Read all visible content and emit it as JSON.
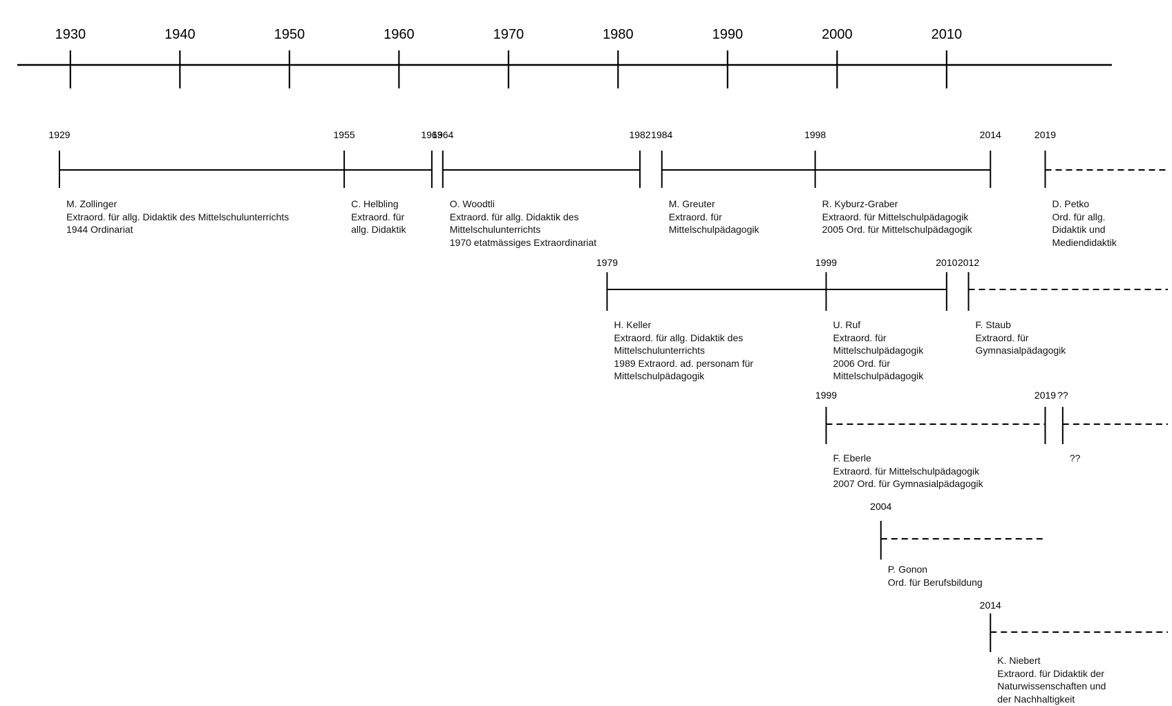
{
  "axis": {
    "years": [
      {
        "label": "1930",
        "year": 1930
      },
      {
        "label": "1940",
        "year": 1940
      },
      {
        "label": "1950",
        "year": 1950
      },
      {
        "label": "1960",
        "year": 1960
      },
      {
        "label": "1970",
        "year": 1970
      },
      {
        "label": "1980",
        "year": 1980
      },
      {
        "label": "1990",
        "year": 1990
      },
      {
        "label": "2000",
        "year": 2000
      },
      {
        "label": "2010",
        "year": 2010
      }
    ]
  },
  "rows": [
    {
      "markers": [
        {
          "label": "1929",
          "year": 1929
        },
        {
          "label": "1955",
          "year": 1955
        },
        {
          "label": "1963",
          "year": 1963
        },
        {
          "label": "1964",
          "year": 1964
        },
        {
          "label": "1982",
          "year": 1982
        },
        {
          "label": "1984",
          "year": 1984
        },
        {
          "label": "1998",
          "year": 1998
        },
        {
          "label": "2014",
          "year": 2014
        },
        {
          "label": "2019",
          "year": 2019
        }
      ],
      "segments": [
        {
          "from": 1929,
          "to": 1963,
          "style": "solid"
        },
        {
          "from": 1964,
          "to": 1982,
          "style": "solid"
        },
        {
          "from": 1984,
          "to": 2014,
          "style": "solid"
        },
        {
          "from": 2019,
          "to": "open",
          "style": "dashed"
        }
      ],
      "notes": [
        {
          "year": 1929,
          "lines": [
            "M. Zollinger",
            "Extraord. für allg. Didaktik des Mittelschulunterrichts",
            "1944 Ordinariat"
          ]
        },
        {
          "year": 1955,
          "lines": [
            "C. Helbling",
            "Extraord. für",
            "allg. Didaktik"
          ]
        },
        {
          "year": 1964,
          "lines": [
            "O. Woodtli",
            "Extraord. für allg. Didaktik des",
            "Mittelschulunterrichts",
            "1970 etatmässiges Extraordinariat"
          ]
        },
        {
          "year": 1984,
          "lines": [
            "M. Greuter",
            "Extraord. für",
            "Mittelschulpädagogik"
          ]
        },
        {
          "year": 1998,
          "lines": [
            "R. Kyburz-Graber",
            "Extraord. für Mittelschulpädagogik",
            "2005 Ord. für Mittelschulpädagogik"
          ]
        },
        {
          "year": 2019,
          "lines": [
            "D. Petko",
            "Ord. für allg.",
            "Didaktik und",
            "Mediendidaktik"
          ]
        }
      ]
    },
    {
      "markers": [
        {
          "label": "1979",
          "year": 1979
        },
        {
          "label": "1999",
          "year": 1999
        },
        {
          "label": "2010",
          "year": 2010
        },
        {
          "label": "2012",
          "year": 2012
        }
      ],
      "segments": [
        {
          "from": 1979,
          "to": 2010,
          "style": "solid"
        },
        {
          "from": 2012,
          "to": "open",
          "style": "dashed"
        }
      ],
      "notes": [
        {
          "year": 1979,
          "lines": [
            "H. Keller",
            "Extraord. für allg. Didaktik des",
            "Mittelschulunterrichts",
            "1989 Extraord. ad. personam für",
            "Mittelschulpädagogik"
          ]
        },
        {
          "year": 1999,
          "lines": [
            "U. Ruf",
            "Extraord. für",
            "Mittelschulpädagogik",
            "2006 Ord. für",
            "Mittelschulpädagogik"
          ]
        },
        {
          "year": 2012,
          "lines": [
            "F. Staub",
            "Extraord. für",
            "Gymnasialpädagogik"
          ]
        }
      ]
    },
    {
      "markers": [
        {
          "label": "1999",
          "year": 1999
        },
        {
          "label": "2019",
          "year": 2019
        },
        {
          "label": "??",
          "year": 2020.6
        }
      ],
      "segments": [
        {
          "from": 1999,
          "to": 2019,
          "style": "dashed"
        },
        {
          "from": 2020.6,
          "to": "open",
          "style": "dashed"
        }
      ],
      "notes": [
        {
          "year": 1999,
          "lines": [
            "F. Eberle",
            "Extraord. für Mittelschulpädagogik",
            "2007 Ord. für Gymnasialpädagogik"
          ]
        },
        {
          "year": 2020.6,
          "lines": [
            "??"
          ]
        }
      ]
    },
    {
      "markers": [
        {
          "label": "2004",
          "year": 2004
        }
      ],
      "segments": [
        {
          "from": 2004,
          "to": 2019,
          "style": "dashed"
        }
      ],
      "notes": [
        {
          "year": 2004,
          "lines": [
            "P. Gonon",
            "Ord. für Berufsbildung"
          ]
        }
      ]
    },
    {
      "markers": [
        {
          "label": "2014",
          "year": 2014
        }
      ],
      "segments": [
        {
          "from": 2014,
          "to": "open",
          "style": "dashed"
        }
      ],
      "notes": [
        {
          "year": 2014,
          "lines": [
            "K. Niebert",
            "Extraord. für Didaktik der",
            "Naturwissenschaften und",
            "der Nachhaltigkeit"
          ]
        }
      ]
    }
  ]
}
